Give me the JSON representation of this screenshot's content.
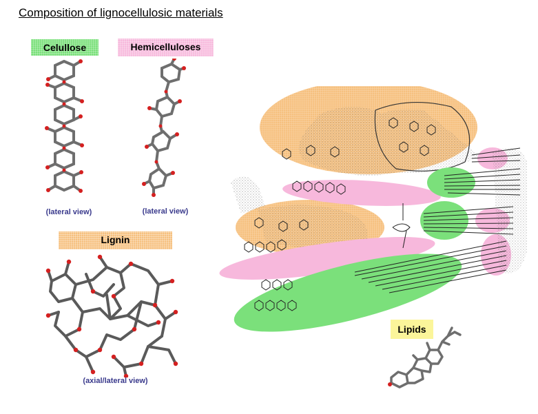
{
  "title": "Composition of lignocellulosic materials",
  "labels": {
    "cellulose": "Celullose",
    "hemicelluloses": "Hemicelluloses",
    "lignin": "Lignin",
    "lipids": "Lipids"
  },
  "captions": {
    "cellulose_view": "(lateral view)",
    "hemicelluloses_view": "(lateral view)",
    "lignin_view": "(axial/lateral view)"
  },
  "colors": {
    "cellulose": "#7be07b",
    "hemicelluloses": "#f7b8dc",
    "lignin": "#f6c07e",
    "lipids": "#fbf59a",
    "oxygen_atom": "#d42020",
    "carbon_bond": "#6e6e6e"
  },
  "icons": [
    "cellulose-molecule",
    "hemicellulose-molecule",
    "lignin-molecule",
    "lipid-molecule",
    "cell-wall-structure"
  ]
}
